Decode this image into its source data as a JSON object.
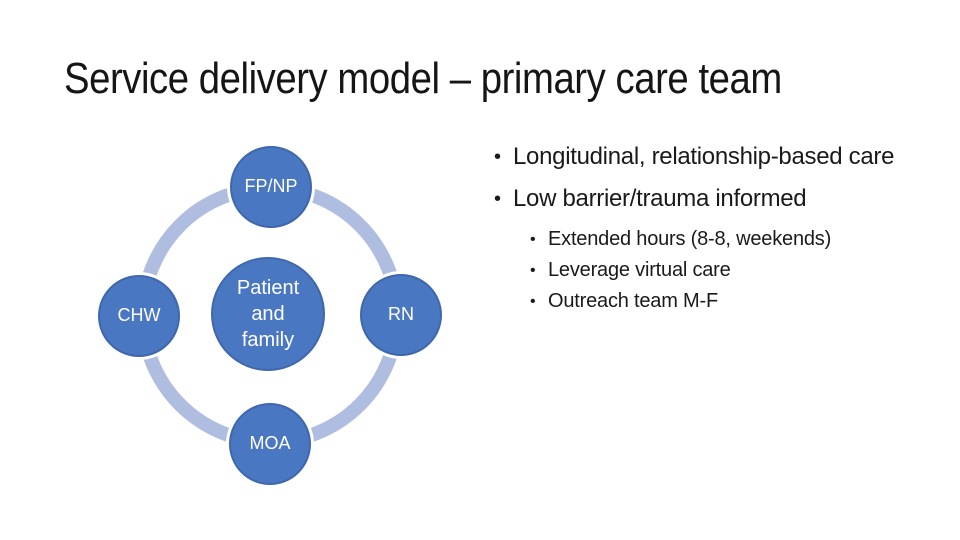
{
  "title": "Service delivery model – primary care team",
  "diagram": {
    "type": "cycle",
    "nodes": [
      {
        "id": "patient-family",
        "label": "Patient and family",
        "position": "center"
      },
      {
        "id": "fp-np",
        "label": "FP/NP",
        "position": "top"
      },
      {
        "id": "chw",
        "label": "CHW",
        "position": "left"
      },
      {
        "id": "rn",
        "label": "RN",
        "position": "right"
      },
      {
        "id": "moa",
        "label": "MOA",
        "position": "bottom"
      }
    ],
    "colors": {
      "node_fill": "#4A77C2",
      "node_text": "#FFFFFF",
      "ring": "#AFBDE1",
      "background": "#FFFFFF",
      "text": "#1A1A1A"
    }
  },
  "bullets": {
    "marker": "•",
    "level1": [
      "Longitudinal, relationship-based care",
      "Low barrier/trauma informed"
    ],
    "level2": [
      "Extended hours (8-8, weekends)",
      "Leverage virtual care",
      "Outreach team M-F"
    ]
  }
}
